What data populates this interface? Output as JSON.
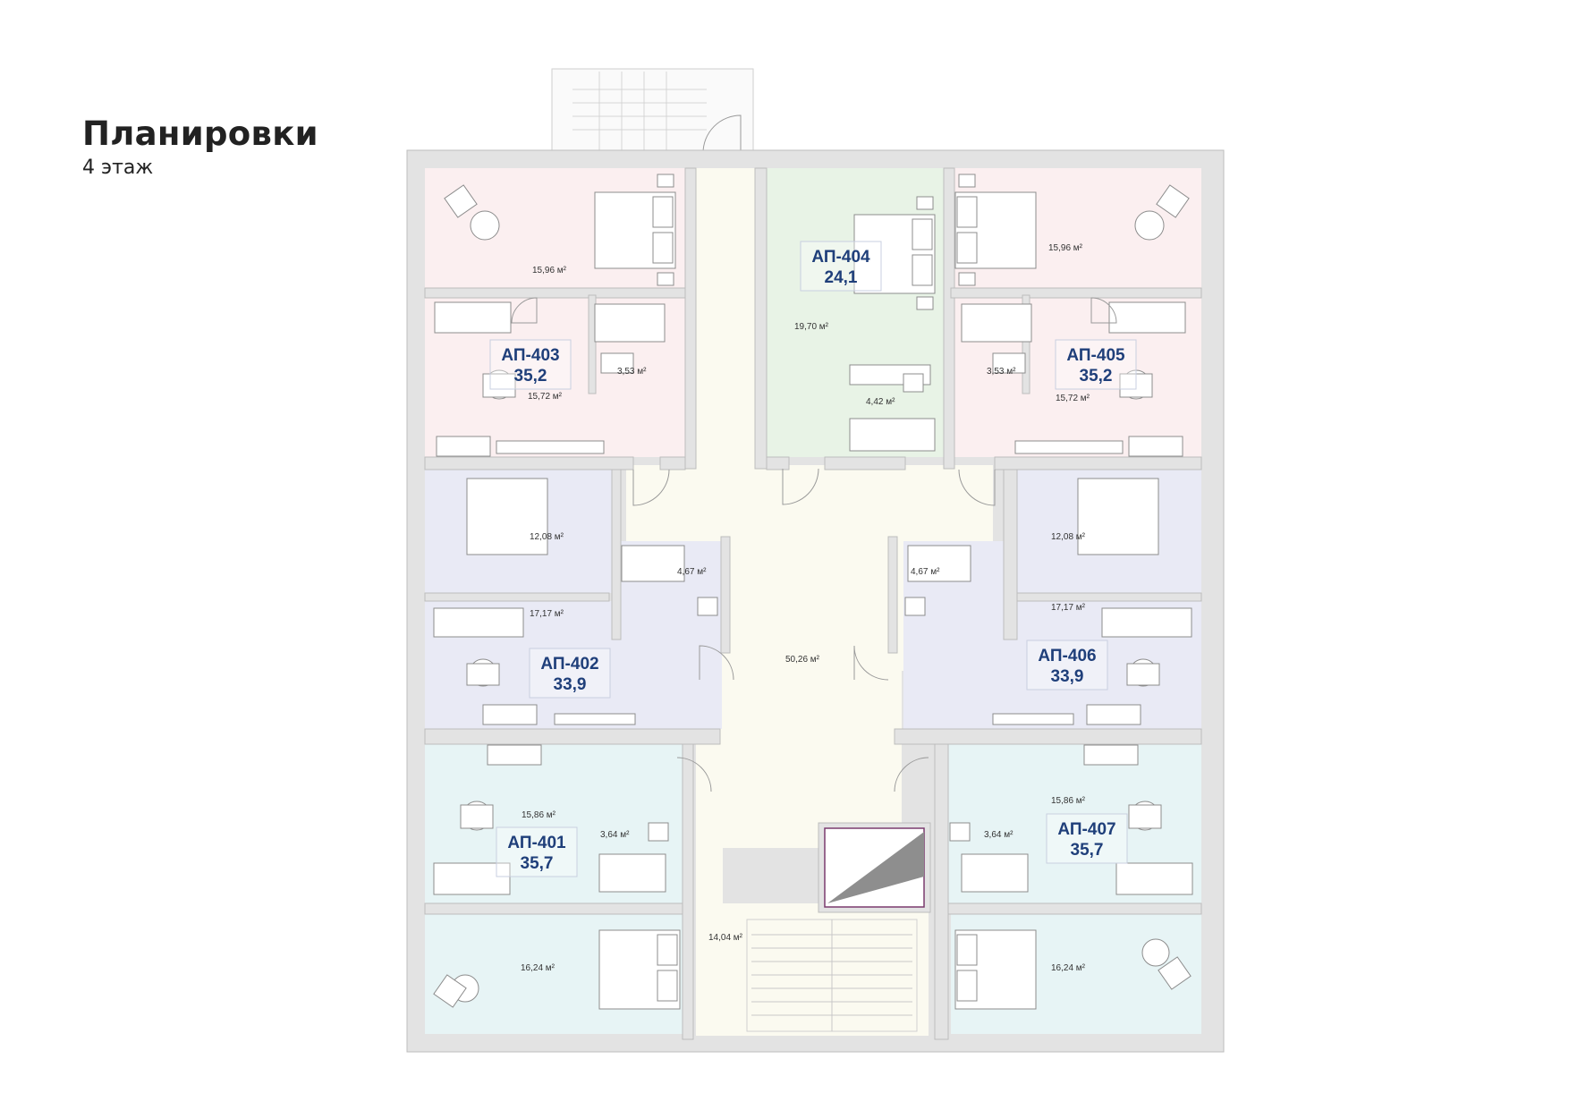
{
  "header": {
    "title": "Планировки",
    "subtitle": "4 этаж"
  },
  "colors": {
    "apt_403_405": "#fbeff0",
    "apt_404": "#e8f3e6",
    "apt_402_406": "#e9eaf5",
    "apt_401_407": "#e7f4f5",
    "corridor": "#fbfaf0",
    "wall": "#e3e3e3",
    "label_text": "#1f3f7a"
  },
  "apartments": [
    {
      "code": "АП-401",
      "size": "35,7"
    },
    {
      "code": "АП-402",
      "size": "33,9"
    },
    {
      "code": "АП-403",
      "size": "35,2"
    },
    {
      "code": "АП-404",
      "size": "24,1"
    },
    {
      "code": "АП-405",
      "size": "35,2"
    },
    {
      "code": "АП-406",
      "size": "33,9"
    },
    {
      "code": "АП-407",
      "size": "35,7"
    }
  ],
  "room_areas": {
    "a403_bedroom": "15,96 м²",
    "a403_living": "15,72 м²",
    "a403_bath": "3,53 м²",
    "a404_room": "19,70 м²",
    "a404_bath": "4,42 м²",
    "a405_bedroom": "15,96 м²",
    "a405_living": "15,72 м²",
    "a405_bath": "3,53 м²",
    "a402_bedroom": "12,08 м²",
    "a402_bath": "4,67 м²",
    "a402_living": "17,17 м²",
    "a406_bedroom": "12,08 м²",
    "a406_bath": "4,67 м²",
    "a406_living": "17,17 м²",
    "corridor": "50,26 м²",
    "a401_living": "15,86 м²",
    "a401_bath": "3,64 м²",
    "a401_bedroom": "16,24 м²",
    "a407_living": "15,86 м²",
    "a407_bath": "3,64 м²",
    "a407_bedroom": "16,24 м²",
    "stairs": "14,04 м²"
  }
}
